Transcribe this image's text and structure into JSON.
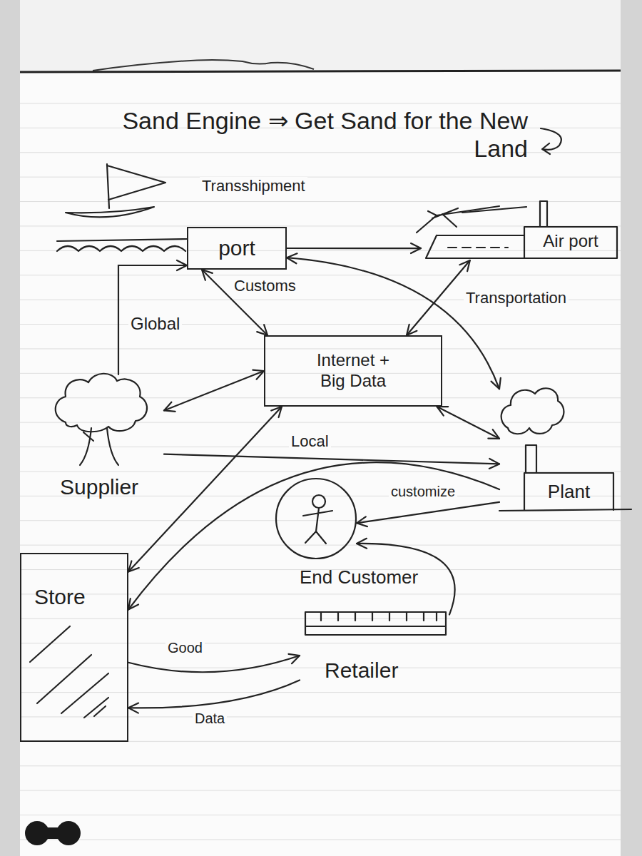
{
  "diagram": {
    "title": "Sand Engine ⇒ Get Sand for the New Land",
    "nodes": [
      {
        "text": [
          "port"
        ]
      },
      {
        "text": [
          "Air port"
        ]
      },
      {
        "text": [
          "Internet + Big Data"
        ]
      },
      {
        "text": [
          "Supplier"
        ]
      },
      {
        "text": [
          "Plant"
        ]
      },
      {
        "text": [
          "End Customer"
        ]
      },
      {
        "text": [
          "Store"
        ]
      },
      {
        "text": [
          "Retailer"
        ]
      }
    ],
    "edges": [
      {
        "from": 0,
        "to": 1,
        "arrow": "to"
      },
      {
        "from": 0,
        "to": 2,
        "label": "Customs",
        "arrow": "both"
      },
      {
        "from": 0,
        "to": 4,
        "arrow": "both"
      },
      {
        "from": 1,
        "to": 2,
        "label": "Transportation",
        "arrow": "both"
      },
      {
        "from": 3,
        "to": 2,
        "arrow": "both"
      },
      {
        "from": 3,
        "to": 0,
        "label": "Global",
        "arrow": "to"
      },
      {
        "from": 3,
        "to": 4,
        "label": "Local",
        "arrow": "to"
      },
      {
        "from": 2,
        "to": 4,
        "arrow": "both"
      },
      {
        "from": 2,
        "to": 6,
        "arrow": "both"
      },
      {
        "from": 4,
        "to": 6,
        "arrow": "to"
      },
      {
        "from": 4,
        "to": 5,
        "label": "customize",
        "arrow": "to"
      },
      {
        "from": 6,
        "to": 7,
        "label": "Good",
        "arrow": "to"
      },
      {
        "from": 7,
        "to": 6,
        "label": "Data",
        "arrow": "to"
      },
      {
        "from": 7,
        "to": 5,
        "arrow": "to"
      }
    ],
    "labels": [
      "Transshipment"
    ]
  }
}
